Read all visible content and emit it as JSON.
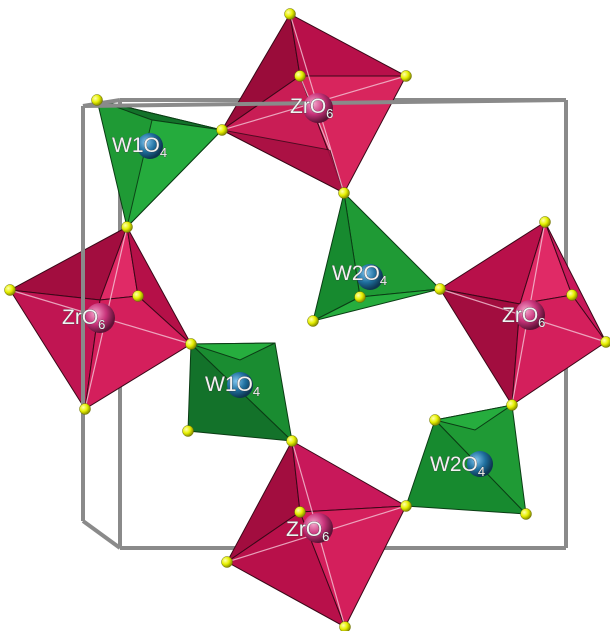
{
  "colors": {
    "zr_polyhedron": "#c4104a",
    "w_polyhedron": "#1f9a35",
    "unit_cell": "#8a8a8a",
    "oxygen": "#e6f000",
    "tungsten_atom": "#1f6f9e",
    "zirconium_atom": "#c8337a"
  },
  "labels": {
    "zr_top": {
      "main": "ZrO",
      "sub": "6"
    },
    "zr_left": {
      "main": "ZrO",
      "sub": "6"
    },
    "zr_right": {
      "main": "ZrO",
      "sub": "6"
    },
    "zr_bottom": {
      "main": "ZrO",
      "sub": "6"
    },
    "w1_top": {
      "main": "W1O",
      "sub": "4"
    },
    "w1_mid": {
      "main": "W1O",
      "sub": "4"
    },
    "w2_mid": {
      "main": "W2O",
      "sub": "4"
    },
    "w2_low": {
      "main": "W2O",
      "sub": "4"
    }
  }
}
